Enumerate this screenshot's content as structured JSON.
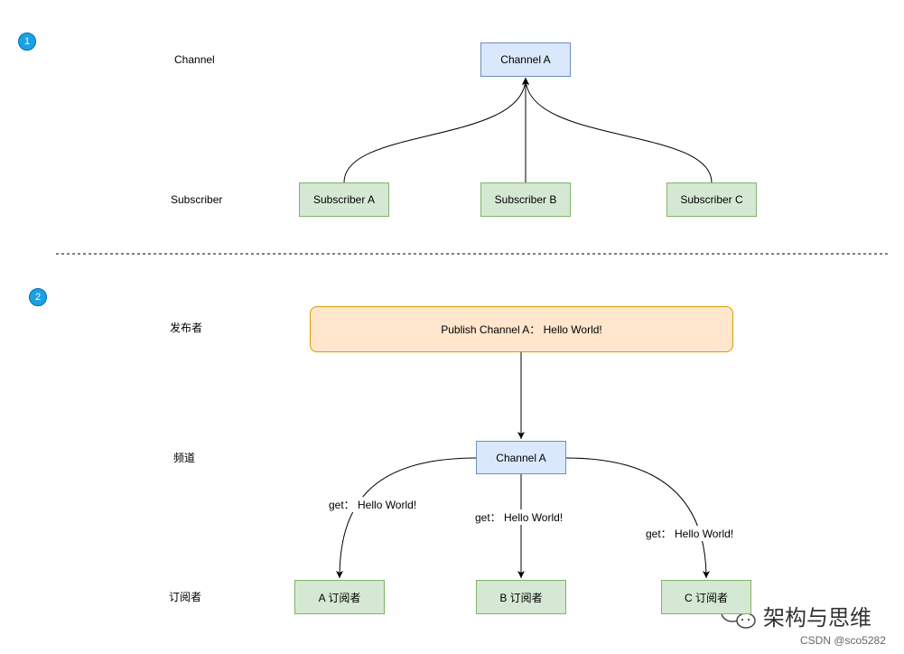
{
  "section1": {
    "badge": "1",
    "row_channel_label": "Channel",
    "row_subscriber_label": "Subscriber",
    "channel": "Channel A",
    "subscribers": [
      "Subscriber A",
      "Subscriber B",
      "Subscriber C"
    ]
  },
  "section2": {
    "badge": "2",
    "row_publisher_label": "发布者",
    "row_channel_label": "频道",
    "row_subscriber_label": "订阅者",
    "publish_box": "Publish  Channel A： Hello World!",
    "channel": "Channel A",
    "edge_labels": [
      "get：  Hello World!",
      "get：  Hello World!",
      "get：  Hello World!"
    ],
    "subscribers": [
      "A 订阅者",
      "B 订阅者",
      "C 订阅者"
    ]
  },
  "watermark": {
    "brand": "架构与思维",
    "csdn": "CSDN @sco5282"
  }
}
